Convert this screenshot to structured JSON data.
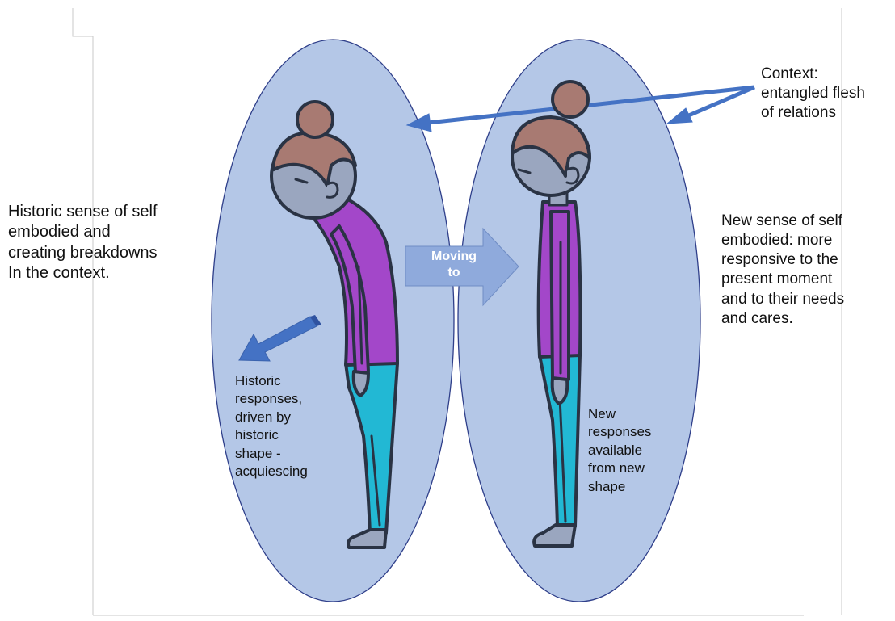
{
  "labels": {
    "historic_self": "Historic sense of self\nembodied and\ncreating breakdowns\nIn the context.",
    "new_self": "New sense of self\nembodied: more\nresponsive to the\npresent moment\nand to their needs\nand cares.",
    "context": "Context:\nentangled flesh\nof relations",
    "moving": "Moving\nto",
    "historic_responses": "Historic\nresponses,\ndriven by\nhistoric\nshape -\nacquiescing",
    "new_responses": "New\nresponses\navailable\nfrom new\nshape"
  },
  "colors": {
    "ellipse_fill": "#b4c7e7",
    "ellipse_stroke": "#2f3f8a",
    "arrow_blue": "#4472c4",
    "moving_arrow": "#8faadc",
    "shirt": "#a347c9",
    "pants": "#22b8d4",
    "skin": "#9aa6bf",
    "hair": "#a87a72",
    "outline": "#2a3344"
  },
  "icons": [
    "stooped-person-icon",
    "upright-person-icon",
    "moving-arrow-icon",
    "context-arrow-icon",
    "response-arrow-icon"
  ]
}
